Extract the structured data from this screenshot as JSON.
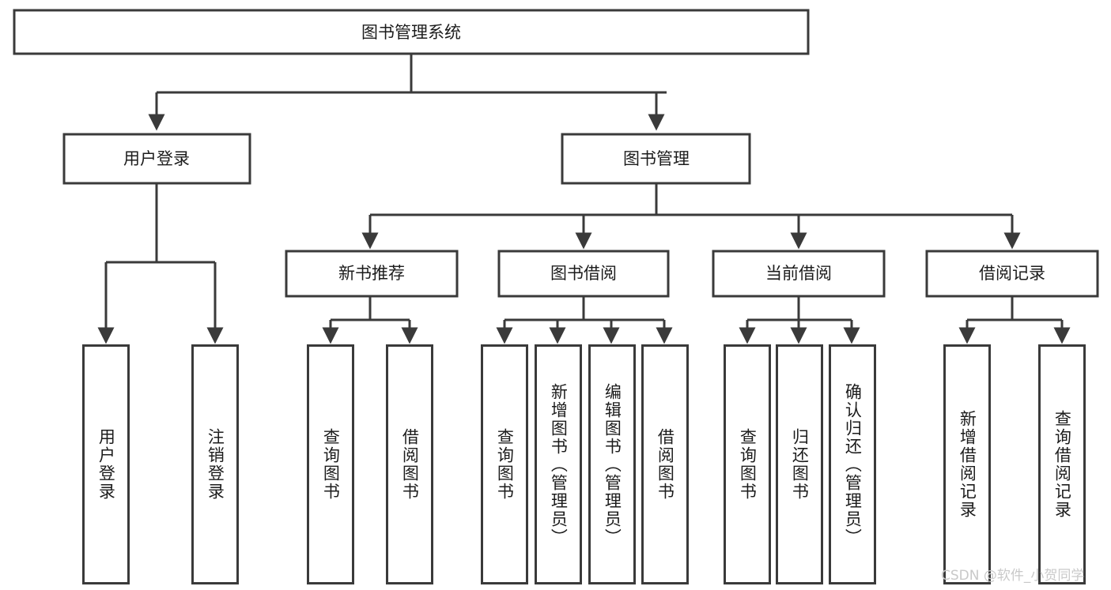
{
  "diagram": {
    "title_node": {
      "label": "图书管理系统"
    },
    "level2": [
      {
        "label": "用户登录"
      },
      {
        "label": "图书管理"
      }
    ],
    "level3": [
      {
        "label": "新书推荐"
      },
      {
        "label": "图书借阅"
      },
      {
        "label": "当前借阅"
      },
      {
        "label": "借阅记录"
      }
    ],
    "leaves": {
      "user_login": [
        {
          "label": "用户登录"
        },
        {
          "label": "注销登录"
        }
      ],
      "new_book_recommend": [
        {
          "label": "查询图书"
        },
        {
          "label": "借阅图书"
        }
      ],
      "book_borrow": [
        {
          "label": "查询图书"
        },
        {
          "label": "新增图书（管理员）"
        },
        {
          "label": "编辑图书（管理员）"
        },
        {
          "label": "借阅图书"
        }
      ],
      "current_borrow": [
        {
          "label": "查询图书"
        },
        {
          "label": "归还图书"
        },
        {
          "label": "确认归还（管理员）"
        }
      ],
      "borrow_record": [
        {
          "label": "新增借阅记录"
        },
        {
          "label": "查询借阅记录"
        }
      ]
    }
  },
  "watermark": {
    "text": "CSDN @软件_小贺同学"
  },
  "colors": {
    "stroke": "#3a3a3a",
    "fill": "#ffffff",
    "text": "#1c1c1c",
    "watermark": "#c9c9c9"
  }
}
